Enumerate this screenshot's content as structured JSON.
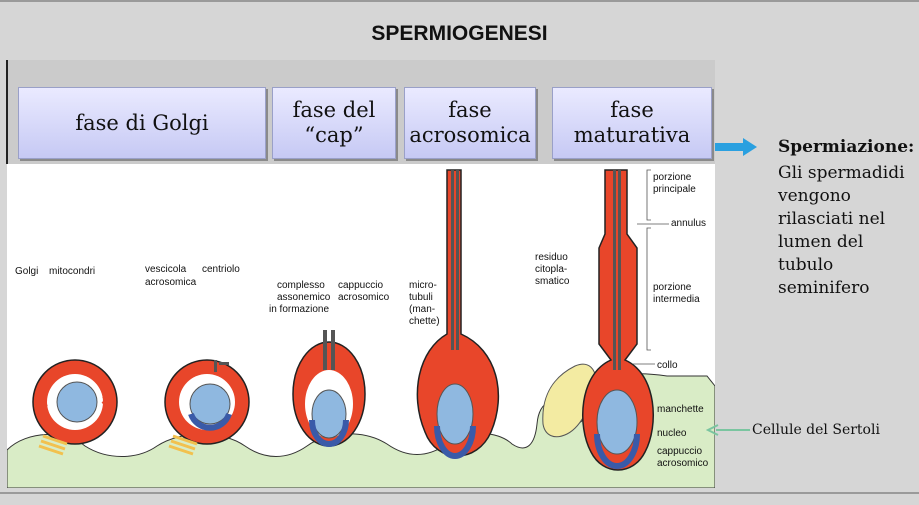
{
  "title": "SPERMIOGENESI",
  "phases": [
    {
      "label": "fase di Golgi"
    },
    {
      "label": "fase del\n“cap”"
    },
    {
      "label": "fase\nacrosomica"
    },
    {
      "label": "fase\nmaturativa"
    }
  ],
  "labels": {
    "golgi": "Golgi",
    "mitocondri": "mitocondri",
    "vescicola": "vescicola\nacrosomica",
    "centriolo": "centriolo",
    "complesso": "complesso\nassonemico\nin formazione",
    "cappuccio": "cappuccio\nacrosomico",
    "microtubuli": "micro-\ntubuli\n(man-\nchette)",
    "residuo": "residuo\ncitopla-\nsmatico",
    "porz_principale": "porzione\nprincipale",
    "annulus": "annulus",
    "porz_intermedia": "porzione\nintermedia",
    "collo": "collo",
    "manchette": "manchette",
    "nucleo": "nucleo",
    "cappuccio2": "cappuccio\nacrosomico"
  },
  "spermiazione": {
    "title": "Spermiazione:",
    "text": "Gli spermadidi vengono rilasciati nel lumen del tubulo seminifero"
  },
  "sertoli_label": "Cellule del Sertoli",
  "colors": {
    "cell_red": "#e8462a",
    "nucleus_blue": "#8fb8e0",
    "cap_blue": "#3a5aa8",
    "sertoli_green": "#d9ecc6",
    "arrow_blue": "#2aa0e0",
    "golgi_yellow": "#f2c14e",
    "residue_yellow": "#f3eba2"
  }
}
